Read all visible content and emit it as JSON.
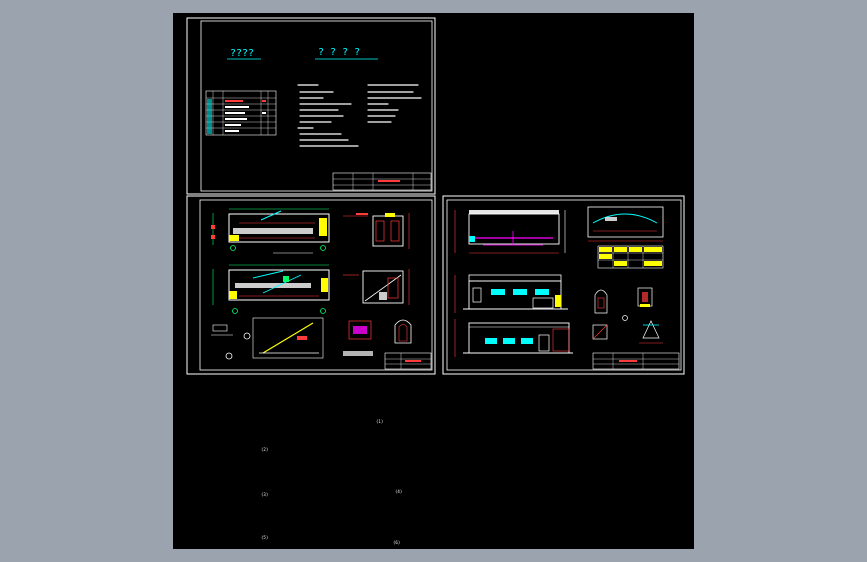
{
  "colors": {
    "background": "#9aa3ae",
    "canvas": "#000000",
    "sheet_border": "#ffffff",
    "cyan": "#00ffff",
    "red": "#ff3b3b",
    "yellow": "#ffff00",
    "magenta": "#ff00ff",
    "green": "#00ff66",
    "white": "#ffffff"
  },
  "sheet_cover": {
    "title_left": "????",
    "title_right": "? ? ? ?"
  },
  "canvas_labels": {
    "label_1": "(1)",
    "label_2": "(2)",
    "label_3": "(3)",
    "label_4": "(4)",
    "label_5": "(5)",
    "label_6": "(6)"
  }
}
